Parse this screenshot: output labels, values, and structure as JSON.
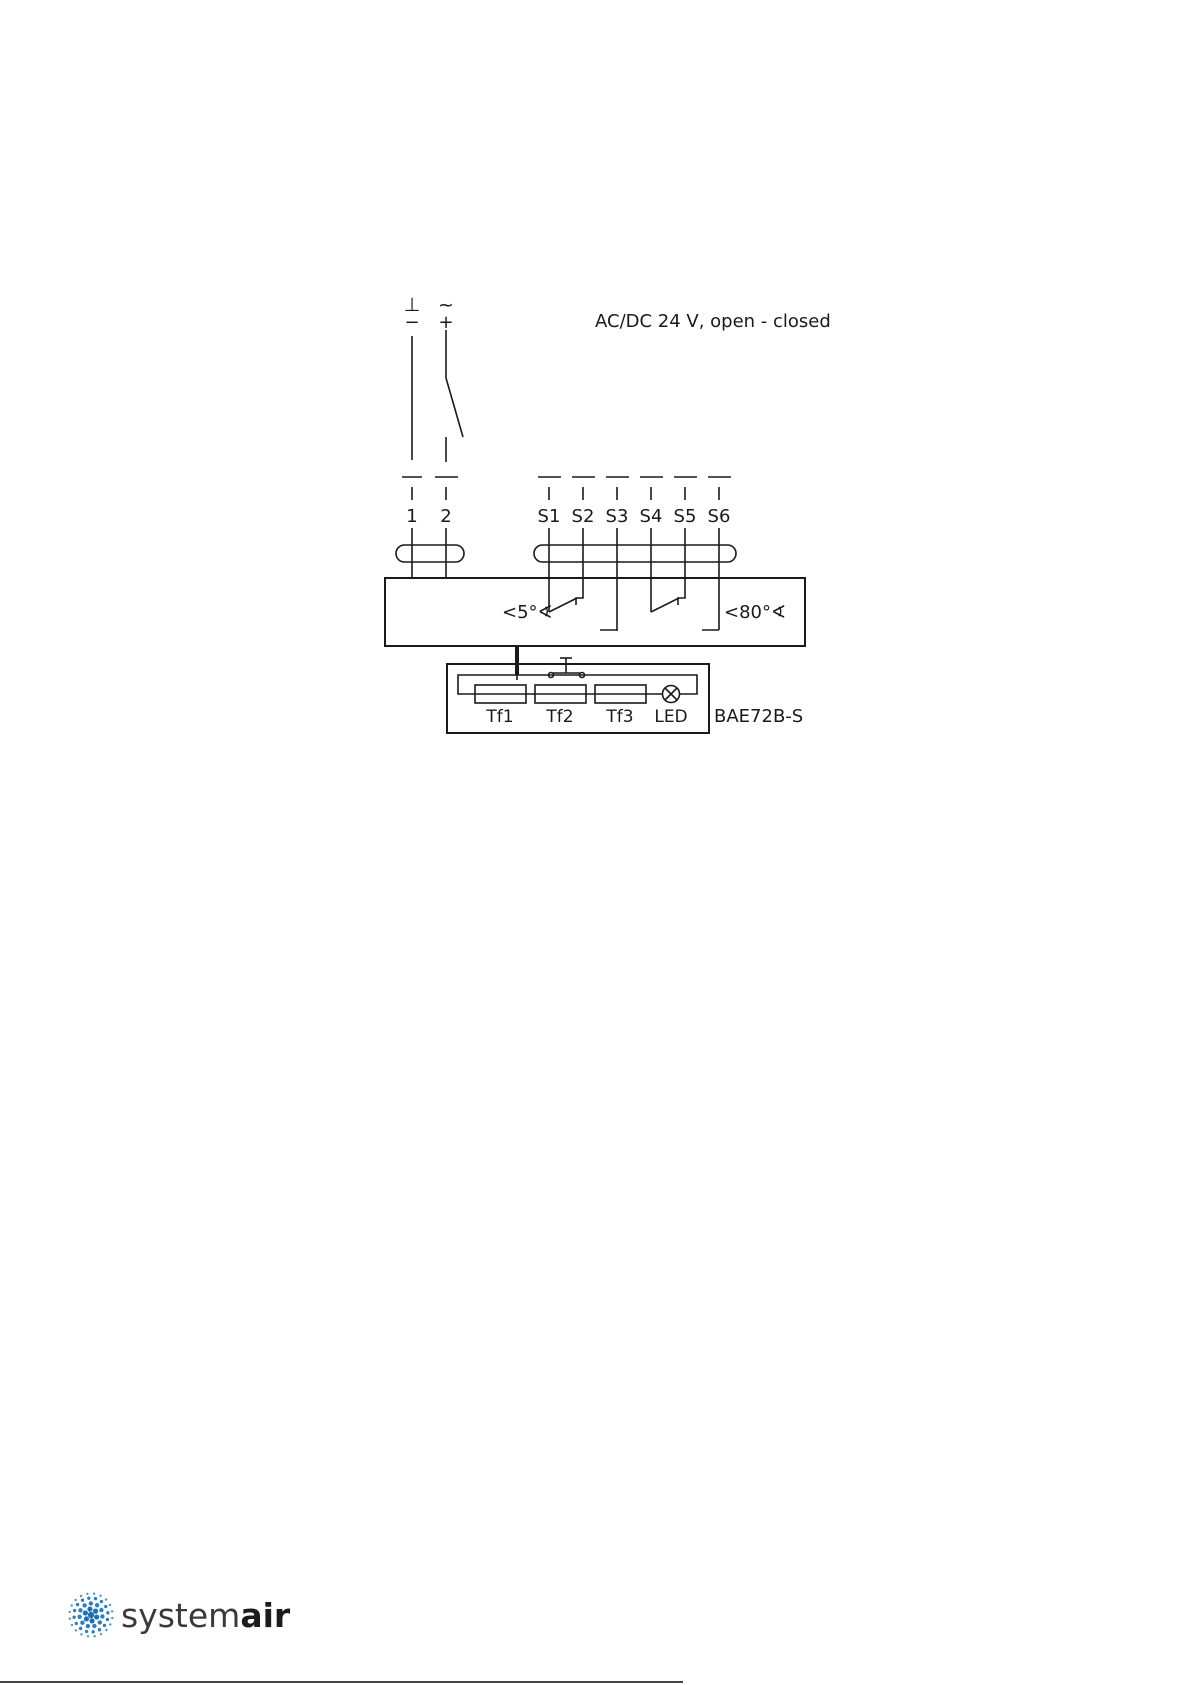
{
  "supply": {
    "title": "AC/DC 24 V, open - closed",
    "symbol_ground": "⊥",
    "symbol_ac": "~",
    "minus": "−",
    "plus": "+"
  },
  "terminals": {
    "power": [
      "1",
      "2"
    ],
    "switches": [
      "S1",
      "S2",
      "S3",
      "S4",
      "S5",
      "S6"
    ]
  },
  "actuator": {
    "angle_low": "<5°∢",
    "angle_high": "<80°∢"
  },
  "module": {
    "name": "BAE72B-S",
    "components": [
      "Tf1",
      "Tf2",
      "Tf3",
      "LED"
    ]
  },
  "brand": {
    "name_light": "system",
    "name_bold": "air",
    "icon": "systemair-dots-icon"
  }
}
